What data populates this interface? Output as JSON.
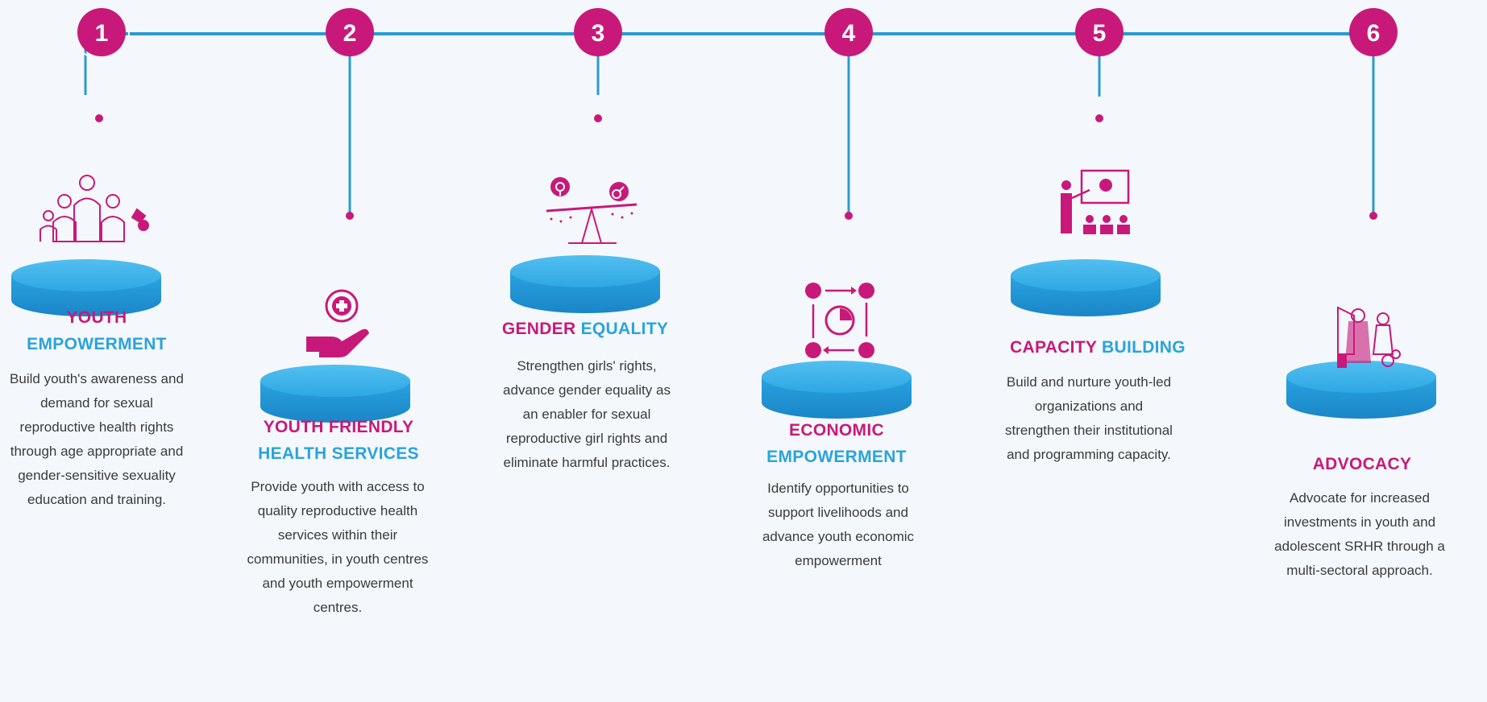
{
  "steps": [
    {
      "number": "1",
      "title_line1": "YOUTH",
      "title_line2": "EMPOWERMENT",
      "description": "Build youth's awareness and demand for sexual reproductive health rights through age appropriate and gender-sensitive sexuality education and training.",
      "icon": "people-icon"
    },
    {
      "number": "2",
      "title_line1": "YOUTH FRIENDLY",
      "title_line2": "HEALTH SERVICES",
      "description": "Provide youth with access to quality reproductive health services within their communities, in youth centres and youth empowerment centres.",
      "icon": "hand-medical-cross-icon"
    },
    {
      "number": "3",
      "title_part1": "GENDER",
      "title_part2": "EQUALITY",
      "description": "Strengthen girls' rights, advance gender equality as an enabler for sexual reproductive girl rights and eliminate harmful practices.",
      "icon": "gender-balance-scale-icon"
    },
    {
      "number": "4",
      "title_line1": "ECONOMIC",
      "title_line2": "EMPOWERMENT",
      "description": "Identify opportunities to support livelihoods and advance youth economic empowerment",
      "icon": "economic-cycle-icon"
    },
    {
      "number": "5",
      "title_part1": "CAPACITY",
      "title_part2": "BUILDING",
      "description": "Build and nurture youth-led organizations and strengthen their institutional and programming capacity.",
      "icon": "presentation-training-icon"
    },
    {
      "number": "6",
      "title_line1": "ADVOCACY",
      "description": "Advocate for increased investments in youth and adolescent SRHR through a multi-sectoral approach.",
      "icon": "advocacy-people-icon"
    }
  ],
  "colors": {
    "pink": "#c8197a",
    "blue": "#2aa3dc",
    "line": "#2b9bd0",
    "disc_top": "#37aee6",
    "disc_side": "#1c8ccc",
    "text": "#3a3a3a"
  }
}
